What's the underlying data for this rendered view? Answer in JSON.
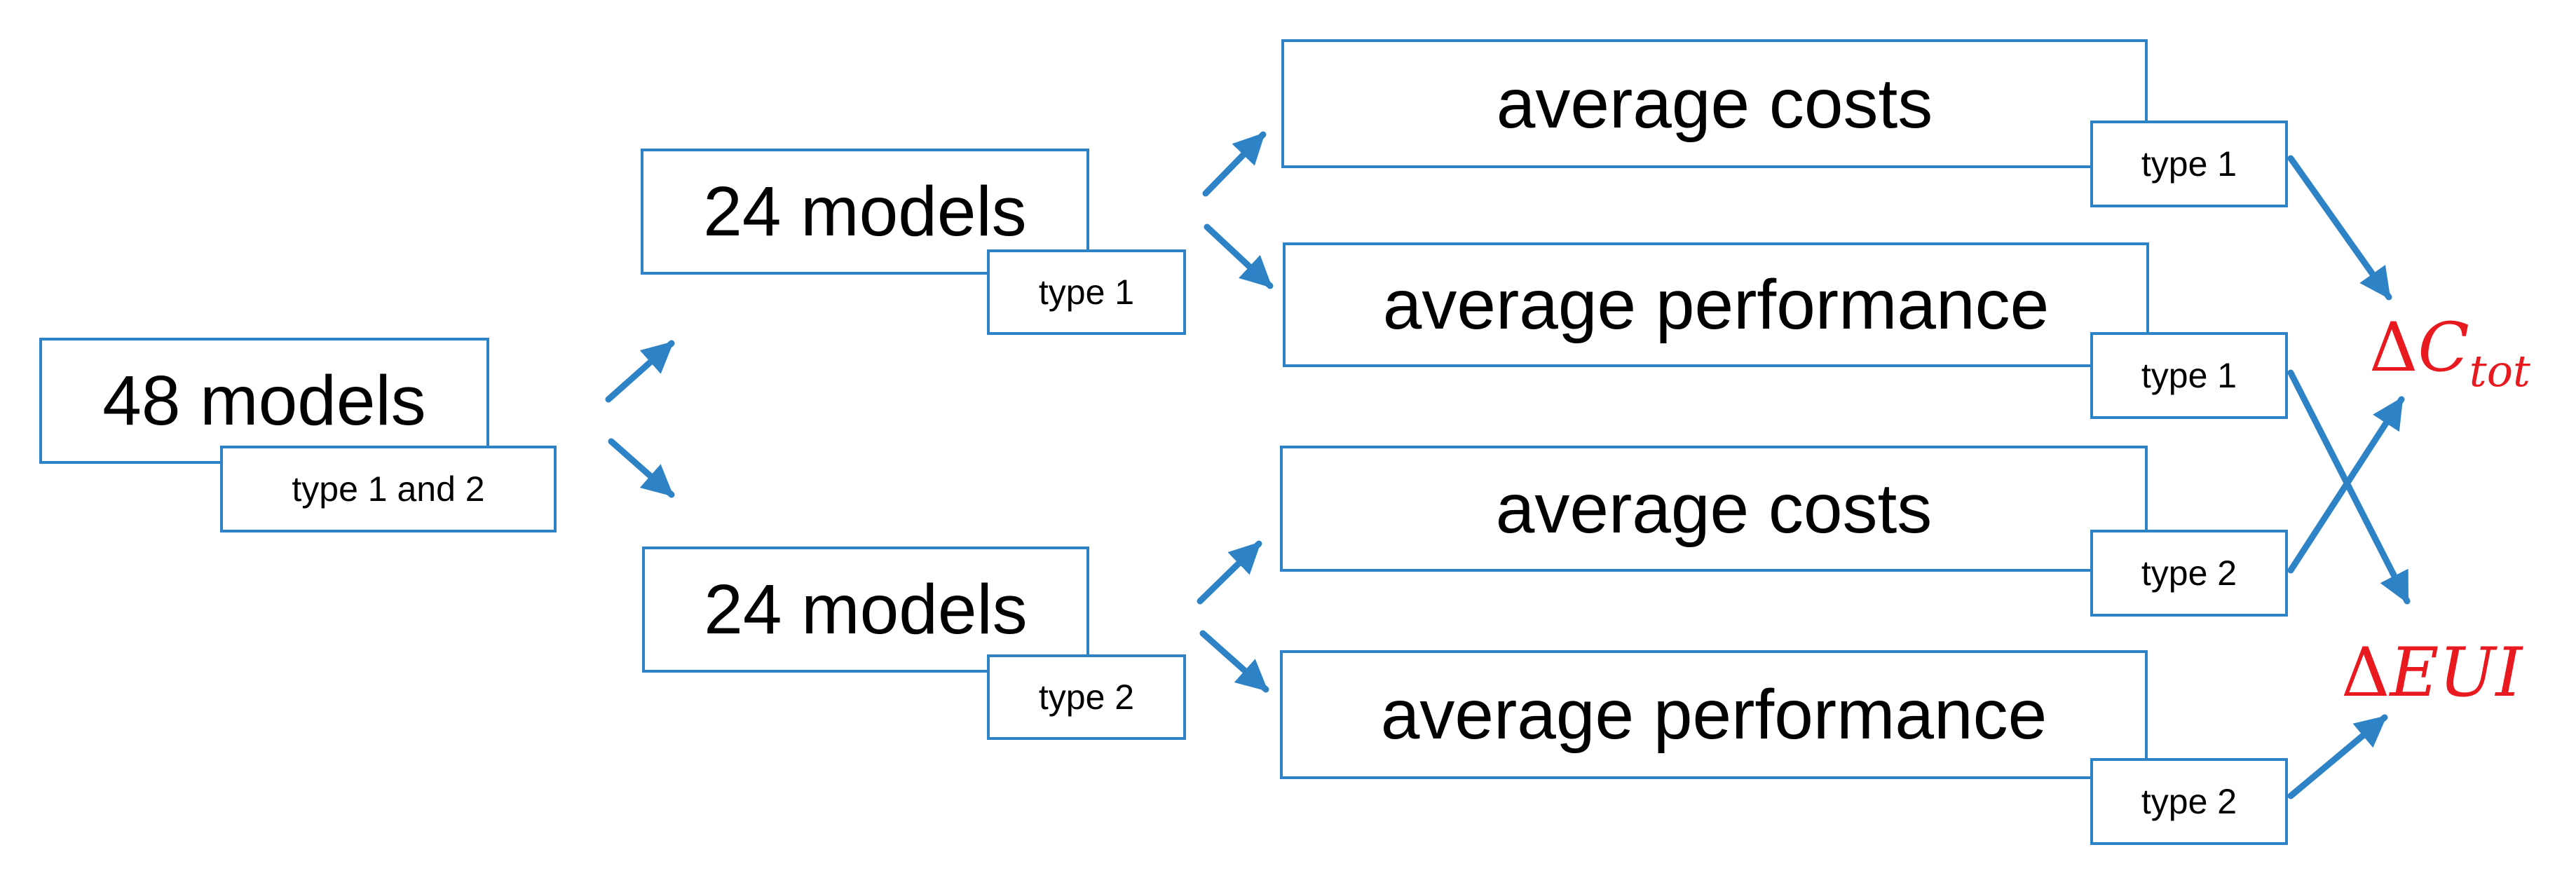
{
  "nodes": {
    "all_models": {
      "label": "48 models",
      "tag": "type 1 and 2"
    },
    "type1_models": {
      "label": "24 models",
      "tag": "type 1"
    },
    "type2_models": {
      "label": "24 models",
      "tag": "type 2"
    },
    "type1_costs": {
      "label": "average costs",
      "tag": "type 1"
    },
    "type1_performance": {
      "label": "average performance",
      "tag": "type 1"
    },
    "type2_costs": {
      "label": "average costs",
      "tag": "type 2"
    },
    "type2_performance": {
      "label": "average performance",
      "tag": "type 2"
    }
  },
  "outputs": {
    "delta_ctot": {
      "delta": "Δ",
      "symbol": "C",
      "subscript": "tot"
    },
    "delta_eui": {
      "delta": "Δ",
      "symbol": "EUI"
    }
  },
  "colors": {
    "box_border": "#2e83c6",
    "arrow": "#2e83c6",
    "output_text": "#e8191f"
  }
}
